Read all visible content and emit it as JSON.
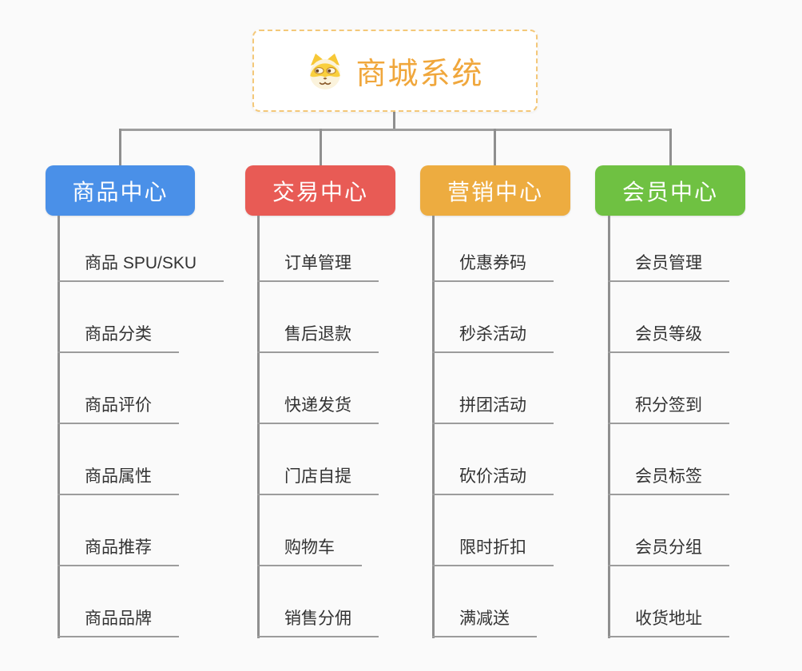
{
  "root": {
    "title": "商城系统",
    "icon": "shiba-dog-icon"
  },
  "colors": {
    "background": "#fafafa",
    "root_text": "#f0a73c",
    "root_border": "#f4c879",
    "connector_gray": "#8f8f8f",
    "leaf_underline": "#9c9c9c",
    "leaf_text": "#333333"
  },
  "branches": [
    {
      "label": "商品中心",
      "color": "#4a90e8",
      "children": [
        "商品 SPU/SKU",
        "商品分类",
        "商品评价",
        "商品属性",
        "商品推荐",
        "商品品牌"
      ]
    },
    {
      "label": "交易中心",
      "color": "#e85b55",
      "children": [
        "订单管理",
        "售后退款",
        "快递发货",
        "门店自提",
        "购物车",
        "销售分佣"
      ]
    },
    {
      "label": "营销中心",
      "color": "#edac40",
      "children": [
        "优惠券码",
        "秒杀活动",
        "拼团活动",
        "砍价活动",
        "限时折扣",
        "满减送"
      ]
    },
    {
      "label": "会员中心",
      "color": "#6fc142",
      "children": [
        "会员管理",
        "会员等级",
        "积分签到",
        "会员标签",
        "会员分组",
        "收货地址"
      ]
    }
  ]
}
